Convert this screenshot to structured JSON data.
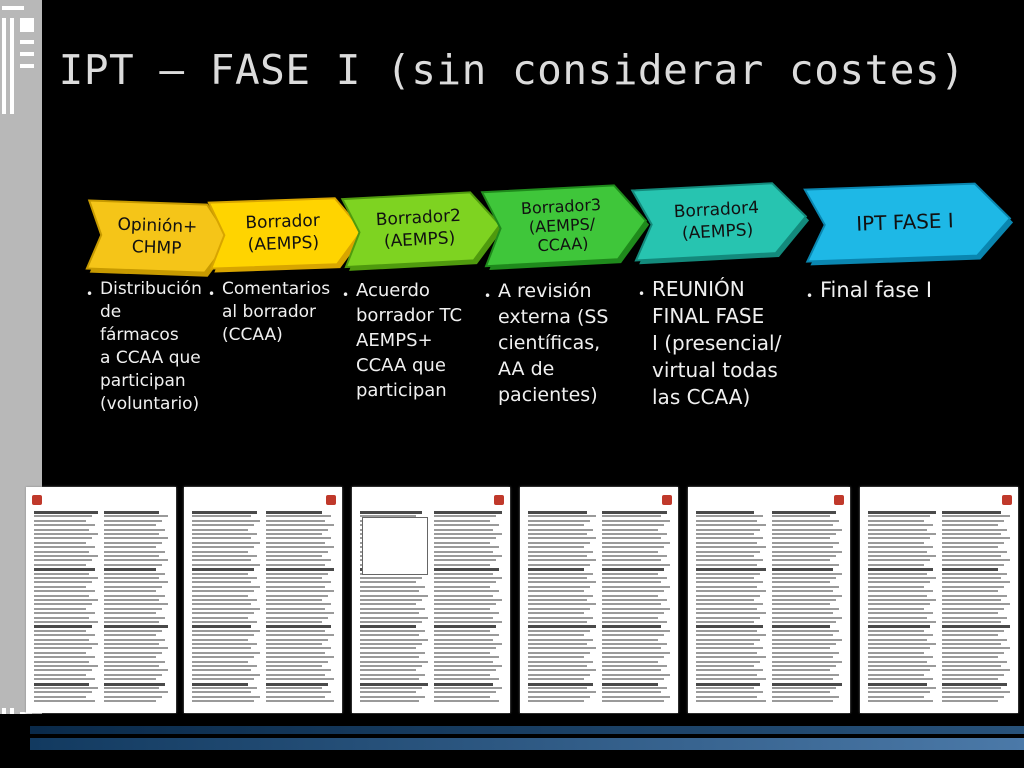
{
  "slide": {
    "title": "IPT – FASE I (sin considerar costes)"
  },
  "steps": [
    {
      "label_lines": [
        "Opinión+",
        "CHMP"
      ],
      "fill": "#f5c518",
      "edge": "#c79a00",
      "bullets": [
        [
          "Distribución",
          "de fármacos",
          "a CCAA que",
          "participan",
          "(voluntario)"
        ]
      ]
    },
    {
      "label_lines": [
        "Borrador",
        "(AEMPS)"
      ],
      "fill": "#ffd400",
      "edge": "#d8a500",
      "bullets": [
        [
          "Comentarios",
          "al borrador",
          "(CCAA)"
        ]
      ]
    },
    {
      "label_lines": [
        "Borrador2",
        "(AEMPS)"
      ],
      "fill": "#7ed321",
      "edge": "#4f9a0e",
      "bullets": [
        [
          "Acuerdo",
          "borrador TC",
          "AEMPS+",
          "CCAA que",
          "participan"
        ]
      ]
    },
    {
      "label_lines": [
        "Borrador3",
        "(AEMPS/",
        "CCAA)"
      ],
      "fill": "#3fc63a",
      "edge": "#1f8a1c",
      "bullets": [
        [
          "A revisión",
          "externa (SS",
          "científicas,",
          "AA de",
          "pacientes)"
        ]
      ]
    },
    {
      "label_lines": [
        "Borrador4",
        "(AEMPS)"
      ],
      "fill": "#27c4b0",
      "edge": "#138a7c",
      "bullets": [
        [
          "REUNIÓN",
          "FINAL FASE",
          "I (presencial/",
          "virtual todas",
          "las CCAA)"
        ]
      ]
    },
    {
      "label_lines": [
        "IPT FASE I"
      ],
      "fill": "#1eb8e6",
      "edge": "#0a86b0",
      "bullets": [
        [
          "Final fase I"
        ]
      ]
    }
  ],
  "colors": {
    "background": "#000000",
    "title": "#dcdcdc",
    "bullet_text": "#f0f0f0"
  }
}
